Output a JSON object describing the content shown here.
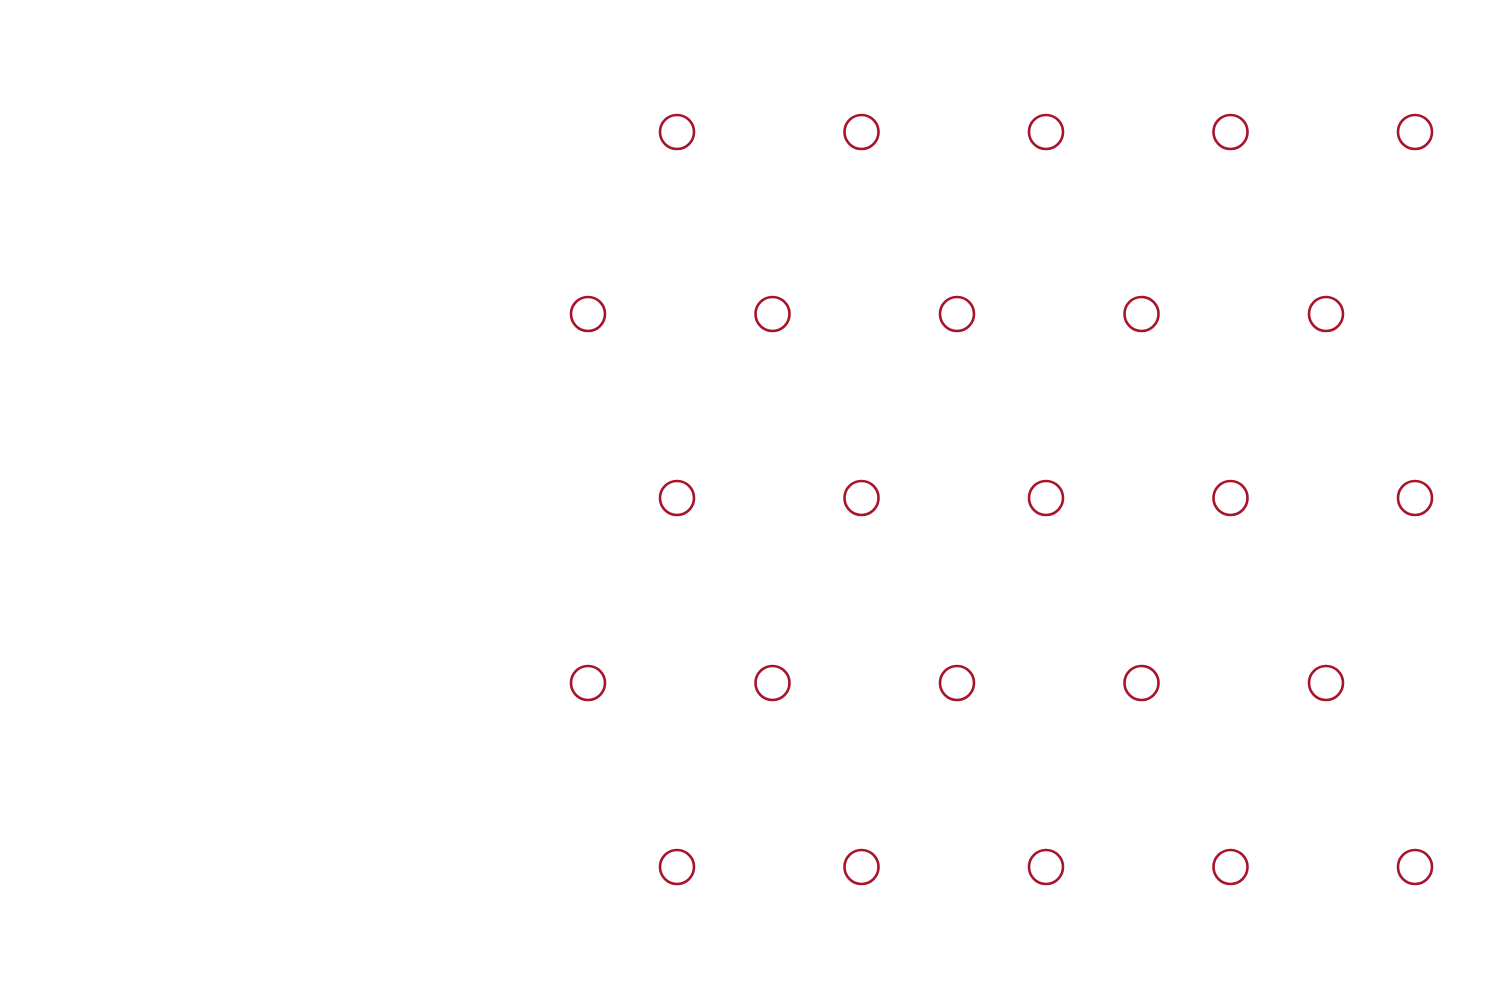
{
  "pattern": {
    "shape": "circle-outline",
    "stroke_color": "#A8152A",
    "fill_color": "none",
    "rows": 5,
    "circles_per_row": 5,
    "arrangement": "staggered-grid"
  }
}
